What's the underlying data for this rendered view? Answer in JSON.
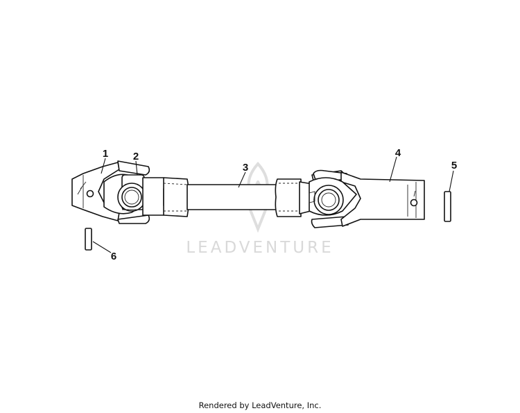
{
  "watermark": {
    "text": "LEADVENTURE"
  },
  "callouts": [
    {
      "id": "1",
      "label": "1"
    },
    {
      "id": "2",
      "label": "2"
    },
    {
      "id": "3",
      "label": "3"
    },
    {
      "id": "4",
      "label": "4"
    },
    {
      "id": "5",
      "label": "5"
    },
    {
      "id": "6",
      "label": "6"
    }
  ],
  "footer": {
    "text": "Rendered by LeadVenture, Inc."
  }
}
